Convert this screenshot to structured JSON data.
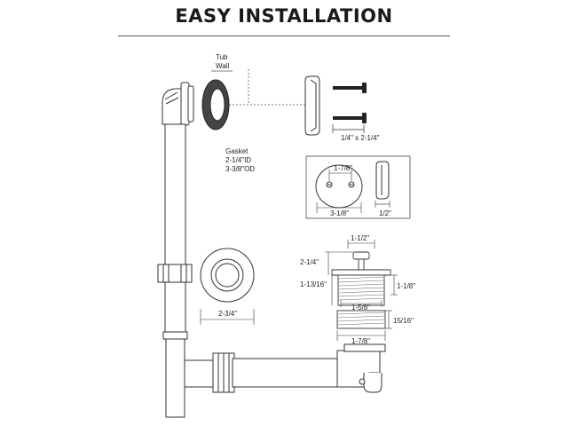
{
  "title": "EASY INSTALLATION",
  "labels": {
    "tub": "Tub",
    "wall": "Wall",
    "gasket": "Gasket",
    "gasket_id": "2-1/4\"ID",
    "gasket_od": "3-3/8\"OD",
    "screw_size": "1/4\" x 2-1/4\"",
    "plate_hole_spacing": "1-7/8\"",
    "plate_diameter": "3-1/8\"",
    "plate_depth": "1/2\"",
    "flange_diameter": "2-3/4\"",
    "stopper_cap": "1-1/2\"",
    "stopper_height": "2-1/4\"",
    "body_height_left": "1-13/16\"",
    "body_height_right": "1-1/8\"",
    "thread_od": "1-5/8\"",
    "nut_height": "15/16\"",
    "nut_od": "1-7/8\""
  },
  "colors": {
    "line": "#333333",
    "fill": "#ffffff",
    "gasket": "#555555"
  }
}
